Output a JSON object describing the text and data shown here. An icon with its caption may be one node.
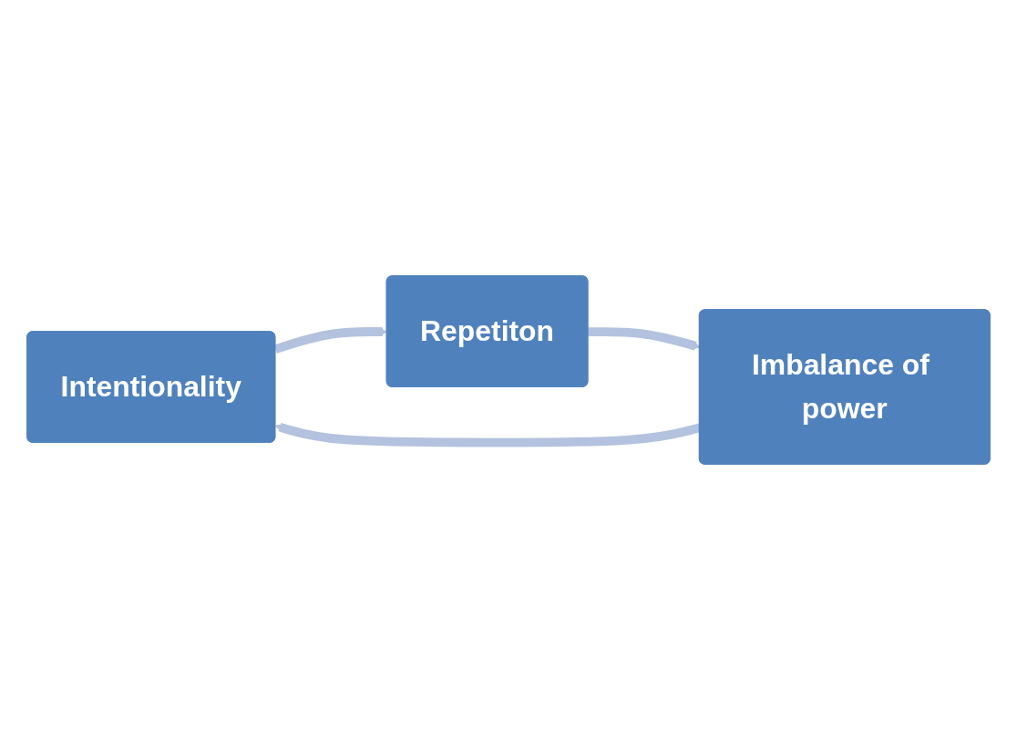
{
  "diagram": {
    "nodes": [
      {
        "text": [
          "Intentionality"
        ]
      },
      {
        "text": [
          "Repetiton"
        ]
      },
      {
        "text": [
          "Imbalance of power"
        ]
      }
    ],
    "edges": [
      {
        "from": 0,
        "to": 1,
        "arrow": "to"
      },
      {
        "from": 1,
        "to": 2,
        "arrow": "to"
      },
      {
        "from": 2,
        "to": 0,
        "arrow": "to"
      }
    ]
  }
}
